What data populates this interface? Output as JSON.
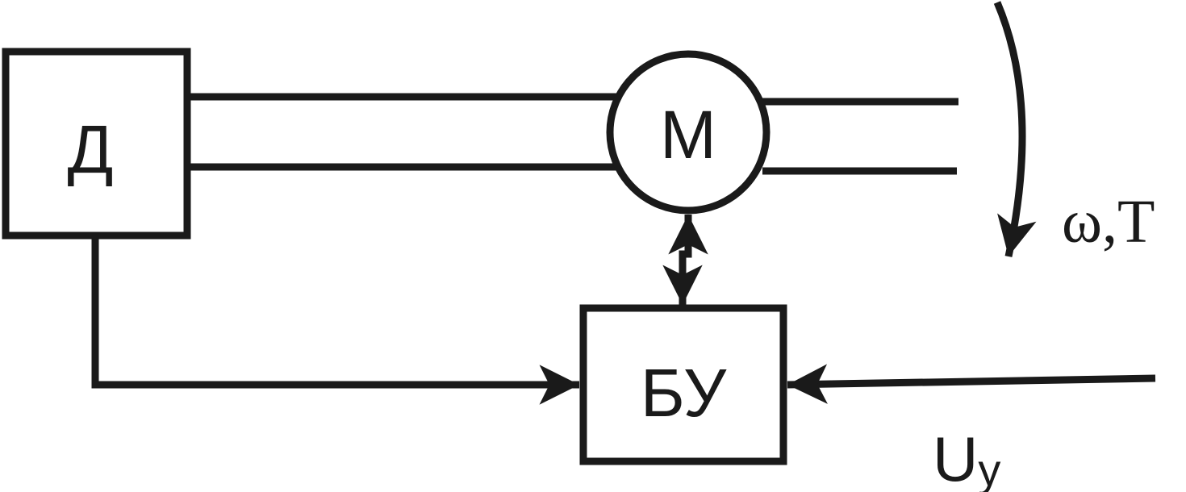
{
  "blocks": {
    "sensor": {
      "label": "Д"
    },
    "motor": {
      "label": "М"
    },
    "control_unit": {
      "label": "БУ"
    }
  },
  "labels": {
    "rotation": "ω,T",
    "control_voltage_main": "U",
    "control_voltage_sub": "у"
  },
  "colors": {
    "stroke": "#1a1a1a",
    "background": "#ffffff"
  }
}
